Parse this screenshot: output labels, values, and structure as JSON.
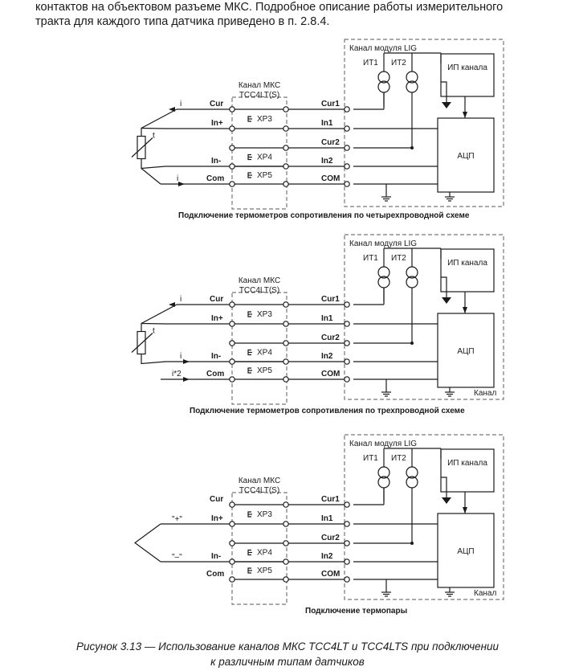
{
  "intro": {
    "line1": "контактов на объектовом разъеме МКС. Подробное описание работы измерительного",
    "line2": "тракта для каждого типа датчика приведено в п. 2.8.4."
  },
  "labels": {
    "lig": "Канал модуля LIG",
    "mks1": "Канал МКС",
    "mks2": "TCC4LT(S)",
    "it1": "ИТ1",
    "it2": "ИТ2",
    "ip": "ИП канала",
    "adc": "АЦП",
    "kanal": "Канал",
    "cur": "Cur",
    "in_plus": "In+",
    "in_minus": "In-",
    "com": "Com",
    "xp3": "XP3",
    "xp4": "XP4",
    "xp5": "XP5",
    "cur1": "Cur1",
    "in1": "In1",
    "cur2": "Cur2",
    "in2": "In2",
    "COM": "COM",
    "i": "i",
    "i2": "i*2",
    "t": "t",
    "plus_q": "\"+\"",
    "minus_q": "\"–\""
  },
  "diagrams": [
    {
      "caption": "Подключение термометров сопротивления по четырехпроводной схеме"
    },
    {
      "caption": "Подключение термометров сопротивления по трехпроводной схеме"
    },
    {
      "caption": "Подключение термопары"
    }
  ],
  "figure_caption": {
    "line1": "Рисунок 3.13 — Использование каналов МКС  TCC4LT и TCC4LTS при подключении",
    "line2": "к различным типам датчиков"
  },
  "colors": {
    "line": "#1a1a1a",
    "dashed": "#777777"
  }
}
